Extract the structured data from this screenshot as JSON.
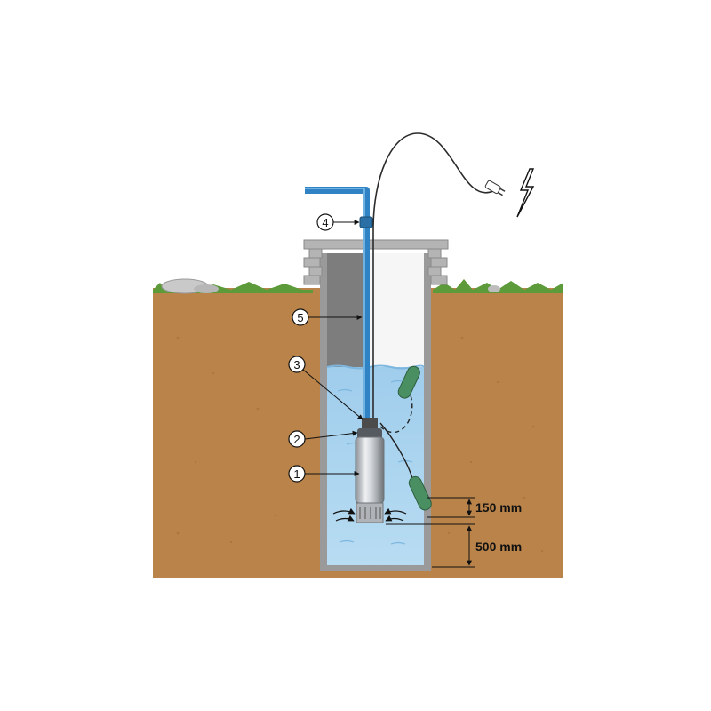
{
  "callouts": [
    {
      "id": "1",
      "label": "1"
    },
    {
      "id": "2",
      "label": "2"
    },
    {
      "id": "3",
      "label": "3"
    },
    {
      "id": "4",
      "label": "4"
    },
    {
      "id": "5",
      "label": "5"
    }
  ],
  "dimensions": {
    "float_gap": "150 mm",
    "bottom_clearance": "500 mm"
  },
  "colors": {
    "soil": "#b9834a",
    "soil_dark": "#a8743d",
    "water": "#a9d3ee",
    "water_dark": "#8fc3e6",
    "pipe": "#2f83c4",
    "grass": "#5d9b3a",
    "brick": "#b4b4b4",
    "well_wall": "#d7d7d7",
    "pump_body": "#c9cdd2"
  }
}
